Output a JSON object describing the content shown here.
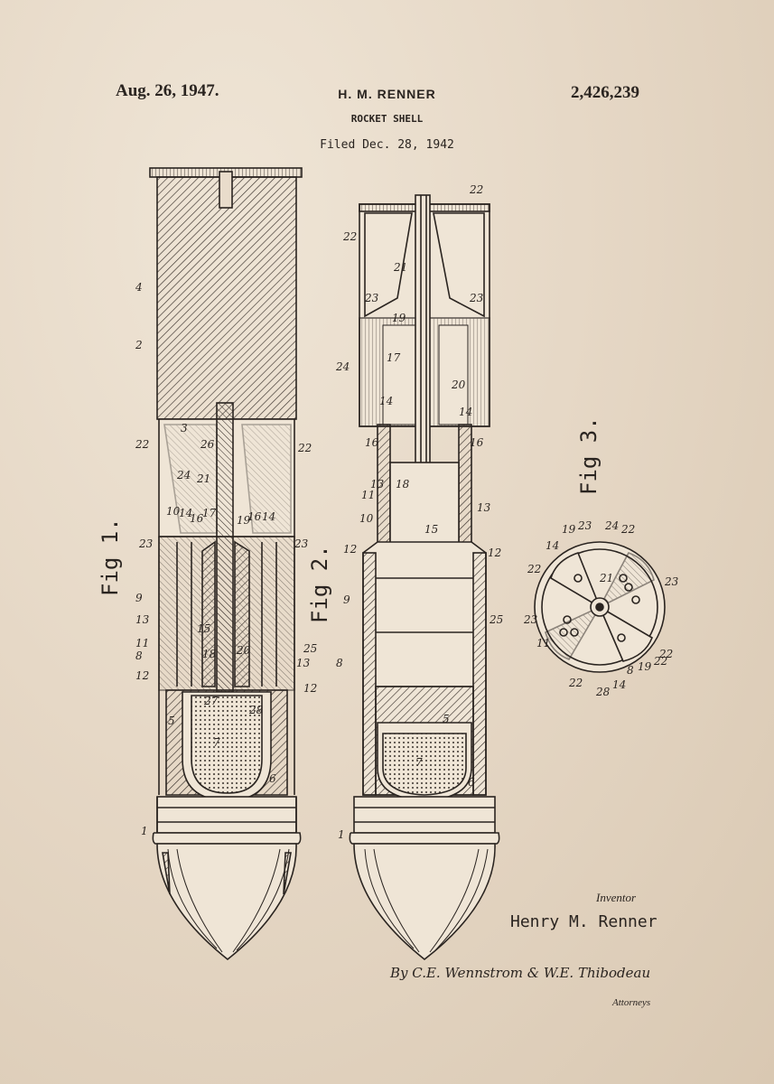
{
  "header": {
    "date": "Aug. 26, 1947.",
    "inventor": "H. M. RENNER",
    "title": "ROCKET SHELL",
    "filed": "Filed Dec. 28, 1942",
    "patent_number": "2,426,239"
  },
  "figures": {
    "fig1": "Fig 1.",
    "fig2": "Fig 2.",
    "fig3": "Fig 3."
  },
  "labels": {
    "f1_4": "4",
    "f1_2": "2",
    "f1_22": "22",
    "f1_3": "3",
    "f1_24": "24",
    "f1_21": "21",
    "f1_26": "26",
    "f1_22r": "22",
    "f1_10": "10",
    "f1_14": "14",
    "f1_16": "16",
    "f1_17": "17",
    "f1_19": "19",
    "f1_16b": "16",
    "f1_14b": "14",
    "f1_23": "23",
    "f1_9": "9",
    "f1_13": "13",
    "f1_11": "11",
    "f1_8": "8",
    "f1_12": "12",
    "f1_15": "15",
    "f1_18": "18",
    "f1_20": "20",
    "f1_23b": "23",
    "f1_25": "25",
    "f1_13b": "13",
    "f1_12b": "12",
    "f1_5": "5",
    "f1_27": "27",
    "f1_7": "7",
    "f1_28": "28",
    "f1_6": "6",
    "f1_1": "1",
    "f2_22a": "22",
    "f2_22b": "22",
    "f2_21": "21",
    "f2_23a": "23",
    "f2_23b": "23",
    "f2_19": "19",
    "f2_17": "17",
    "f2_24": "24",
    "f2_14a": "14",
    "f2_20": "20",
    "f2_14b": "14",
    "f2_16a": "16",
    "f2_16b": "16",
    "f2_18": "18",
    "f2_11": "11",
    "f2_13a": "13",
    "f2_13b": "13",
    "f2_10": "10",
    "f2_15": "15",
    "f2_12a": "12",
    "f2_12b": "12",
    "f2_9": "9",
    "f2_25": "25",
    "f2_8": "8",
    "f2_5": "5",
    "f2_7": "7",
    "f2_6": "6",
    "f2_1": "1",
    "f3_14": "14",
    "f3_19a": "19",
    "f3_23a": "23",
    "f3_24": "24",
    "f3_22a": "22",
    "f3_22b": "22",
    "f3_23b": "23",
    "f3_21": "21",
    "f3_23c": "23",
    "f3_11": "11",
    "f3_22c": "22",
    "f3_22d": "22",
    "f3_28": "28",
    "f3_14b": "14",
    "f3_8": "8",
    "f3_19b": "19",
    "f3_22e": "22"
  },
  "footer": {
    "inventor_label": "Inventor",
    "inventor_name": "Henry M. Renner",
    "signature": "By C.E. Wennstrom & W.E. Thibodeau",
    "attorneys": "Attorneys"
  }
}
